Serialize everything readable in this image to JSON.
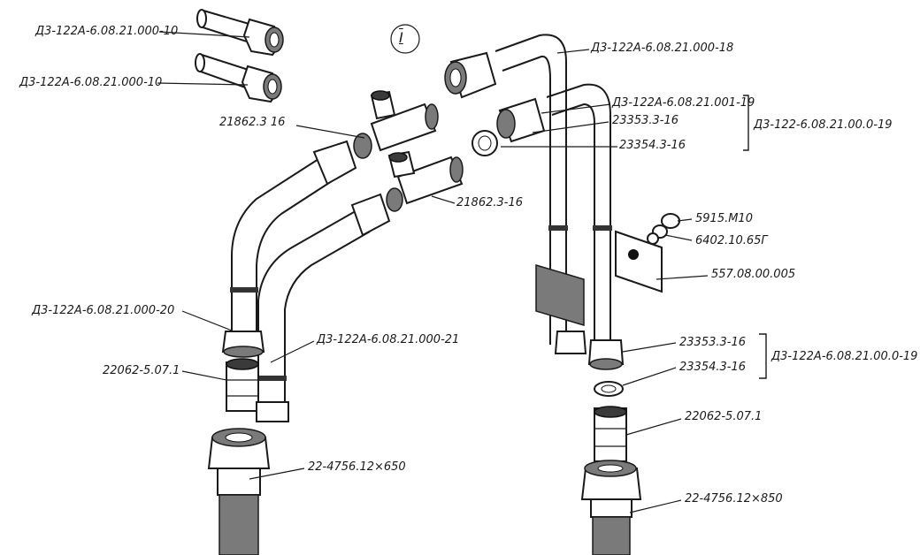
{
  "view_label": "I",
  "labels": [
    {
      "id": "top-plug-1",
      "text": "Д3-122А-6.08.21.000-10"
    },
    {
      "id": "top-plug-2",
      "text": "Д3-122А-6.08.21.000-10"
    },
    {
      "id": "tee-upper",
      "text": "21862.3 16"
    },
    {
      "id": "tee-lower",
      "text": "21862.3-16"
    },
    {
      "id": "pipe-18",
      "text": "Д3-122А-6.08.21.000-18"
    },
    {
      "id": "pipe-19-upper",
      "text": "Д3-122А-6.08.21.001-19"
    },
    {
      "id": "nut-upper",
      "text": "23353.3-16"
    },
    {
      "id": "ring-upper",
      "text": "23354.3-16"
    },
    {
      "id": "assembly-upper",
      "text": "Д3-122-6.08.21.00.0-19"
    },
    {
      "id": "bolt",
      "text": "5915.M10"
    },
    {
      "id": "washer",
      "text": "6402.10.65Г"
    },
    {
      "id": "bracket",
      "text": "557.08.00.005"
    },
    {
      "id": "pipe-20",
      "text": "Д3-122А-6.08.21.000-20"
    },
    {
      "id": "pipe-21",
      "text": "Д3-122А-6.08.21.000-21"
    },
    {
      "id": "adapter-left",
      "text": "22062-5.07.1"
    },
    {
      "id": "hose-left",
      "text": "22-4756.12×650"
    },
    {
      "id": "nut-lower",
      "text": "23353.3-16"
    },
    {
      "id": "ring-lower",
      "text": "23354.3-16"
    },
    {
      "id": "assembly-lower",
      "text": "Д3-122А-6.08.21.00.0-19"
    },
    {
      "id": "adapter-right",
      "text": "22062-5.07.1"
    },
    {
      "id": "hose-right",
      "text": "22-4756.12×850"
    }
  ]
}
